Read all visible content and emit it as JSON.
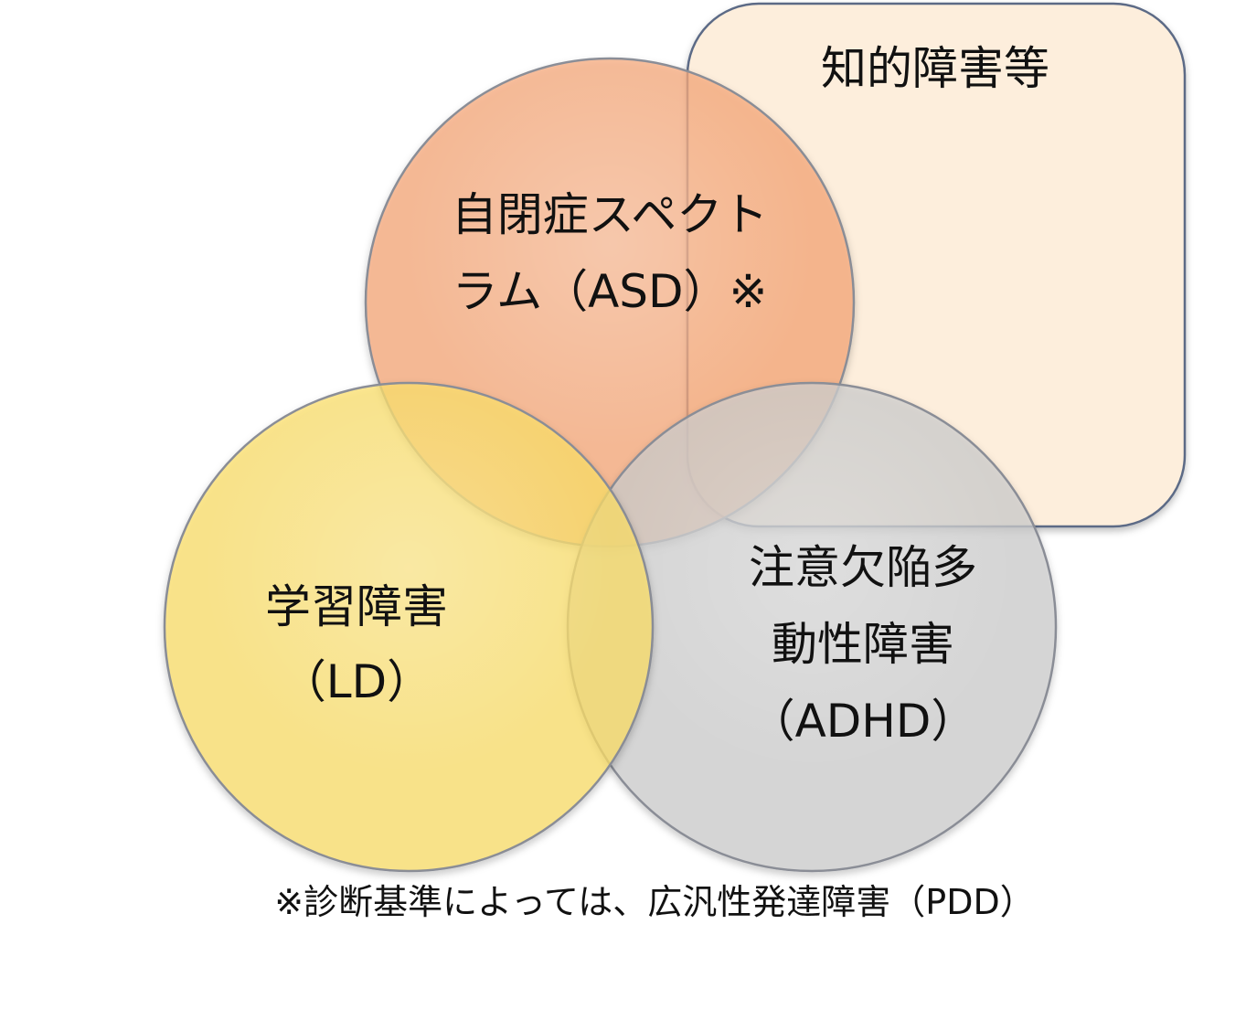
{
  "shapes": {
    "intellectual": {
      "label": "知的障害等",
      "fill": "#fdeedc",
      "stroke": "#5b6b86"
    },
    "asd": {
      "label_line1": "自閉症スペクト",
      "label_line2": "ラム（ASD）※",
      "fill": "#f8a878",
      "stroke": "#8a8d96"
    },
    "ld": {
      "label_line1": "学習障害",
      "label_line2": "（LD）",
      "fill": "#fde06a",
      "stroke": "#8a8d96"
    },
    "adhd": {
      "label_line1": "注意欠陥多",
      "label_line2": "動性障害",
      "label_line3": "（ADHD）",
      "fill": "#cfcfcf",
      "stroke": "#8a8d96"
    }
  },
  "footnote": "※診断基準によっては、広汎性発達障害（PDD）"
}
